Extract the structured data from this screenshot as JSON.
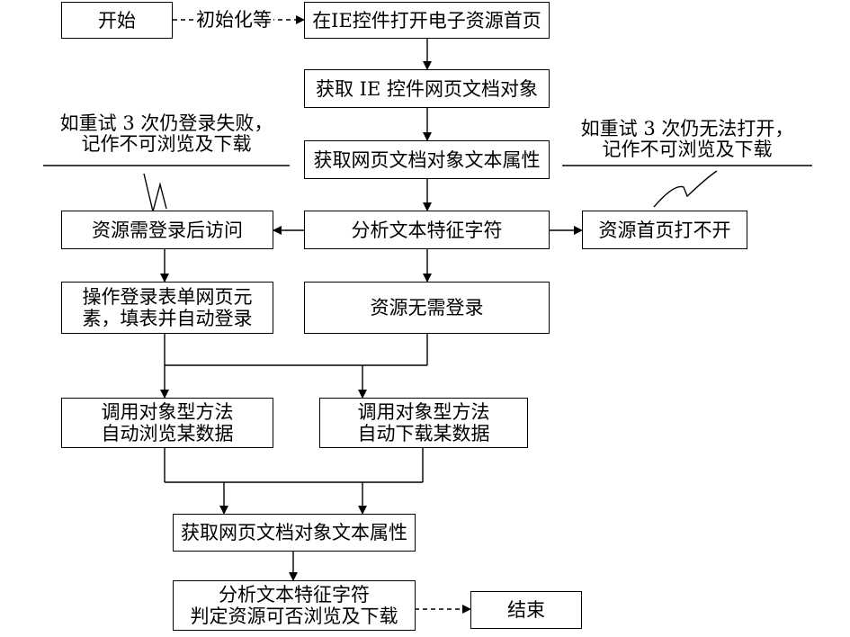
{
  "nodes": {
    "start": "开始",
    "open_home": "在IE控件打开电子资源首页",
    "get_doc": "获取 IE 控件网页文档对象",
    "get_text_1": "获取网页文档对象文本属性",
    "analyze_1": "分析文本特征字符",
    "need_login": "资源需登录后访问",
    "cannot_open": "资源首页打不开",
    "login_form": [
      "操作登录表单网页元",
      "素，填表并自动登录"
    ],
    "no_login": "资源无需登录",
    "browse": [
      "调用对象型方法",
      "自动浏览某数据"
    ],
    "download": [
      "调用对象型方法",
      "自动下载某数据"
    ],
    "get_text_2": "获取网页文档对象文本属性",
    "analyze_2": [
      "分析文本特征字符",
      "判定资源可否浏览及下载"
    ],
    "end": "结束"
  },
  "edge_labels": {
    "init": "初始化等"
  },
  "notes": {
    "login_fail": [
      "如重试 3 次仍登录失败，",
      "记作不可浏览及下载"
    ],
    "open_fail": [
      "如重试 3 次仍无法打开，",
      "记作不可浏览及下载"
    ]
  },
  "colors": {
    "line": "#000000",
    "background": "#ffffff"
  }
}
